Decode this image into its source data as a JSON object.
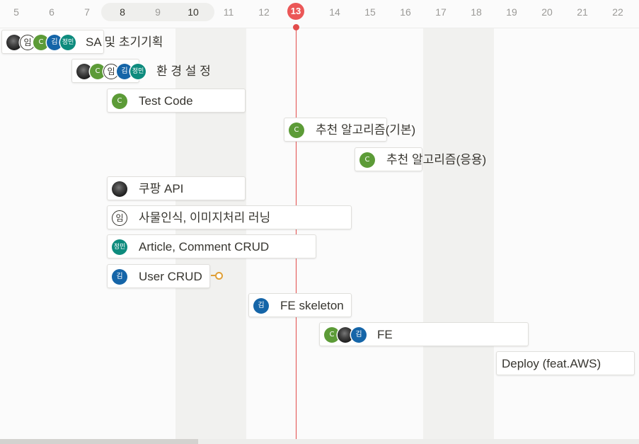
{
  "today": "13",
  "days": [
    {
      "label": "5",
      "bold": false
    },
    {
      "label": "6",
      "bold": false
    },
    {
      "label": "7",
      "bold": false
    },
    {
      "label": "8",
      "bold": true
    },
    {
      "label": "9",
      "bold": false
    },
    {
      "label": "10",
      "bold": true
    },
    {
      "label": "11",
      "bold": false
    },
    {
      "label": "12",
      "bold": false
    },
    {
      "label": "13",
      "bold": false
    },
    {
      "label": "14",
      "bold": false
    },
    {
      "label": "15",
      "bold": false
    },
    {
      "label": "16",
      "bold": false
    },
    {
      "label": "17",
      "bold": false
    },
    {
      "label": "18",
      "bold": false
    },
    {
      "label": "19",
      "bold": false
    },
    {
      "label": "20",
      "bold": false
    },
    {
      "label": "21",
      "bold": false
    },
    {
      "label": "22",
      "bold": false
    }
  ],
  "avatar_text": {
    "c": "C",
    "kim": "김",
    "jm": "정민",
    "im": "임"
  },
  "tasks": [
    {
      "title": "SA 및 초기기획",
      "assignees": [
        "photo",
        "im",
        "c",
        "kim",
        "jm"
      ]
    },
    {
      "title": "환 경 설 정",
      "assignees": [
        "photo",
        "c",
        "im",
        "kim",
        "jm"
      ]
    },
    {
      "title": "Test Code",
      "assignees": [
        "c"
      ]
    },
    {
      "title": "추천 알고리즘(기본)",
      "assignees": [
        "c"
      ]
    },
    {
      "title": "추천 알고리즘(응용)",
      "assignees": [
        "c"
      ]
    },
    {
      "title": "쿠팡 API",
      "assignees": [
        "photo"
      ]
    },
    {
      "title": "사물인식, 이미지처리 러닝",
      "assignees": [
        "im"
      ]
    },
    {
      "title": "Article, Comment CRUD",
      "assignees": [
        "jm"
      ]
    },
    {
      "title": "User CRUD",
      "assignees": [
        "kim"
      ]
    },
    {
      "title": "FE skeleton",
      "assignees": [
        "kim"
      ]
    },
    {
      "title": "FE",
      "assignees": [
        "c",
        "photo",
        "kim"
      ]
    },
    {
      "title": "Deploy (feat.AWS)",
      "assignees": []
    }
  ]
}
